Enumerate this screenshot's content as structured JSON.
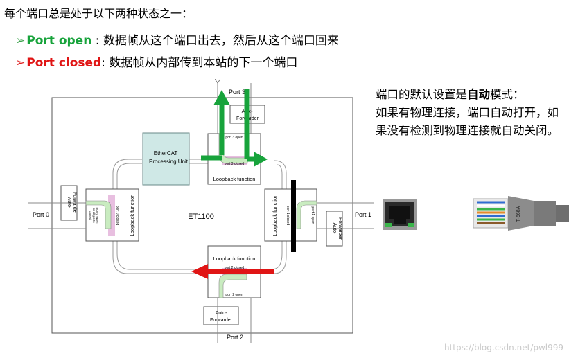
{
  "header": {
    "intro": "每个端口总是处于以下两种状态之一：",
    "bullets": [
      {
        "term": "Port open",
        "sep": " : ",
        "text": "数据帧从这个端口出去，然后从这个端口回来"
      },
      {
        "term": "Port closed",
        "sep": ":  ",
        "text": "数据帧从内部传到本站的下一个端口"
      }
    ]
  },
  "note": {
    "prefix": "端口的默认设置是",
    "strong": "自动",
    "suffix": "模式：",
    "body": "如果有物理连接，端口自动打开，如果没有检测到物理连接就自动关闭。"
  },
  "diagram": {
    "chip": "ET1100",
    "ecat_line1": "EtherCAT",
    "ecat_line2": "Processing Unit",
    "auto_line1": "Auto-",
    "auto_line2": "Forwarder",
    "loopback": "Loopback function",
    "ports": {
      "p0": "Port 0",
      "p1": "Port 1",
      "p2": "Port 2",
      "p3": "Port 3"
    },
    "states": {
      "p3_open": "port 3 open",
      "p3_closed": "port 3 closed",
      "p2_open": "port 2 open",
      "p2_closed": "port 2 closed",
      "p1_open": "port 1 open",
      "p1_closed": "port 1 closed",
      "p0_open": "port 0 open\nor all ports\nclosed",
      "p0_closed": "port 0 closed"
    },
    "cable_label": "T-568A"
  },
  "colors": {
    "green": "#17a33b",
    "red": "#e01515",
    "ecat_fill": "#cfe8e6",
    "pink": "#e8bfe0",
    "mint": "#c9ecc0"
  },
  "watermark": "https://blog.csdn.net/pwl999"
}
